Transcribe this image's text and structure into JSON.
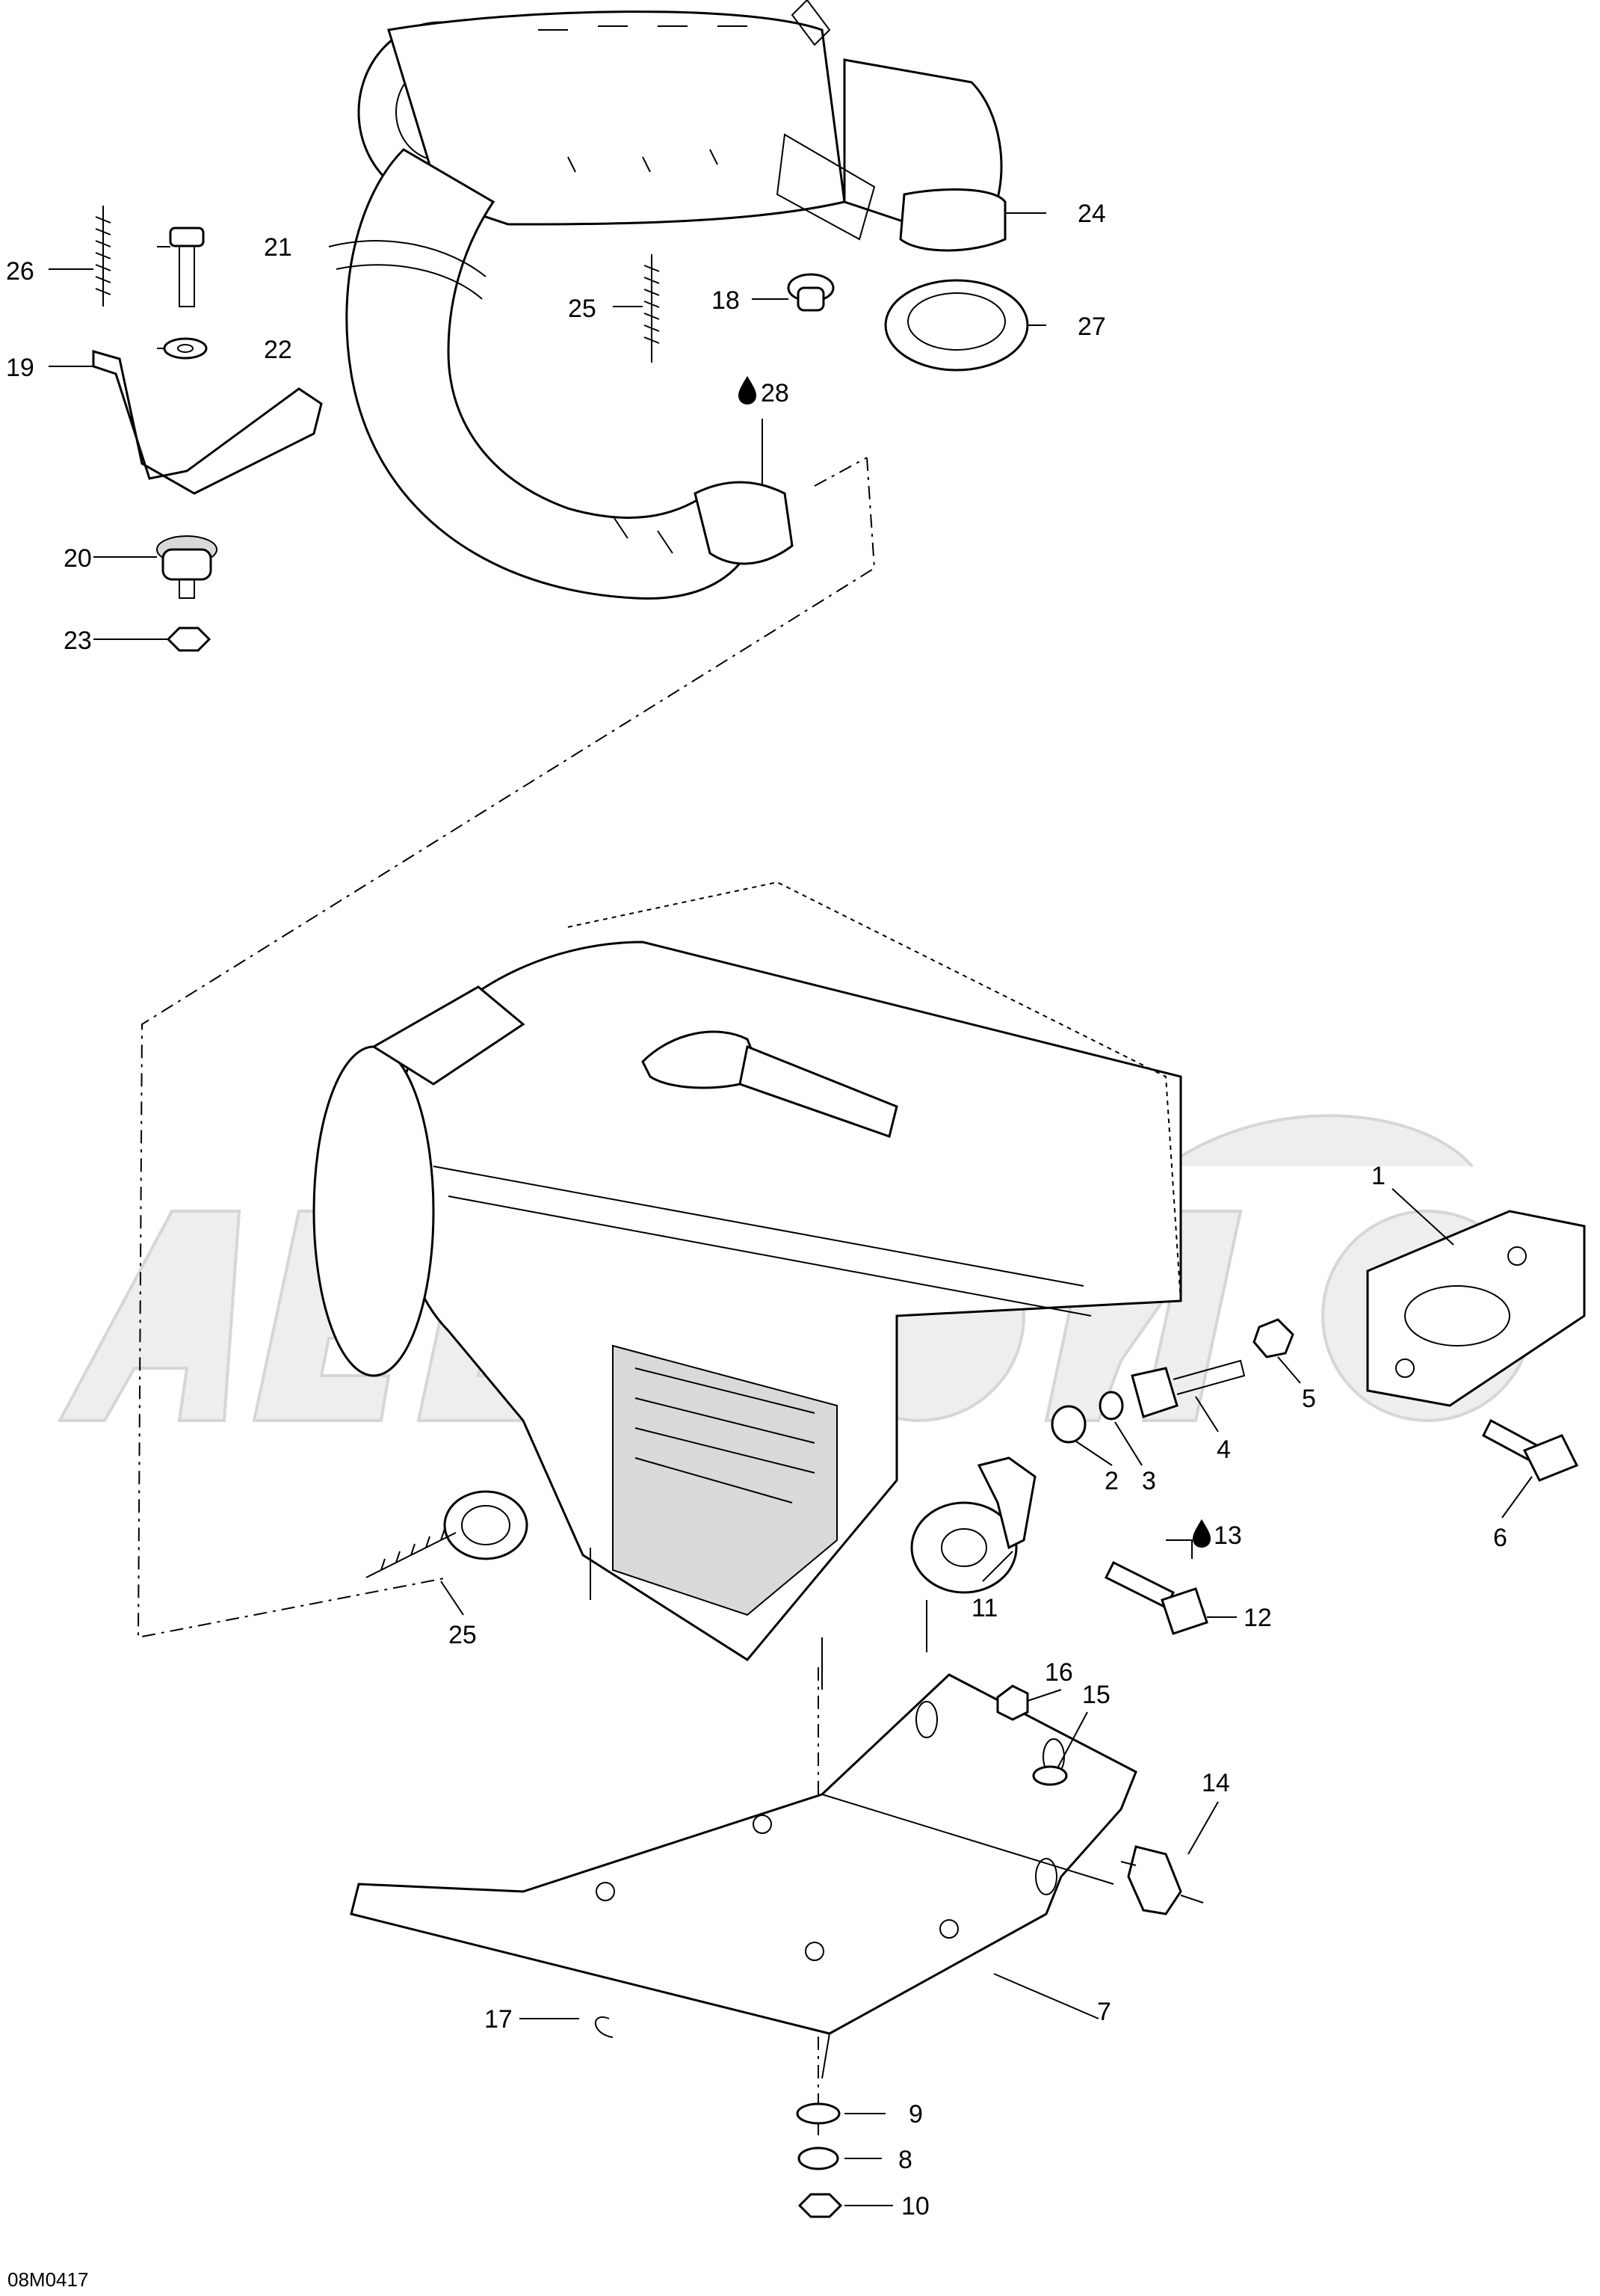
{
  "diagram_code": "08M0417",
  "callouts": [
    {
      "id": "c1",
      "num": "1"
    },
    {
      "id": "c2",
      "num": "2"
    },
    {
      "id": "c3",
      "num": "3"
    },
    {
      "id": "c4",
      "num": "4"
    },
    {
      "id": "c5",
      "num": "5"
    },
    {
      "id": "c6",
      "num": "6"
    },
    {
      "id": "c7",
      "num": "7"
    },
    {
      "id": "c8",
      "num": "8"
    },
    {
      "id": "c9",
      "num": "9"
    },
    {
      "id": "c10",
      "num": "10"
    },
    {
      "id": "c11",
      "num": "11"
    },
    {
      "id": "c12",
      "num": "12"
    },
    {
      "id": "c13",
      "num": "13"
    },
    {
      "id": "c14",
      "num": "14"
    },
    {
      "id": "c15",
      "num": "15"
    },
    {
      "id": "c16",
      "num": "16"
    },
    {
      "id": "c17",
      "num": "17"
    },
    {
      "id": "c18",
      "num": "18"
    },
    {
      "id": "c19",
      "num": "19"
    },
    {
      "id": "c20",
      "num": "20"
    },
    {
      "id": "c21",
      "num": "21"
    },
    {
      "id": "c22",
      "num": "22"
    },
    {
      "id": "c23",
      "num": "23"
    },
    {
      "id": "c24",
      "num": "24"
    },
    {
      "id": "c25a",
      "num": "25"
    },
    {
      "id": "c25b",
      "num": "25"
    },
    {
      "id": "c26",
      "num": "26"
    },
    {
      "id": "c27",
      "num": "27"
    },
    {
      "id": "c28",
      "num": "28"
    }
  ],
  "icons": {
    "sealant_marker": "droplet-icon"
  }
}
